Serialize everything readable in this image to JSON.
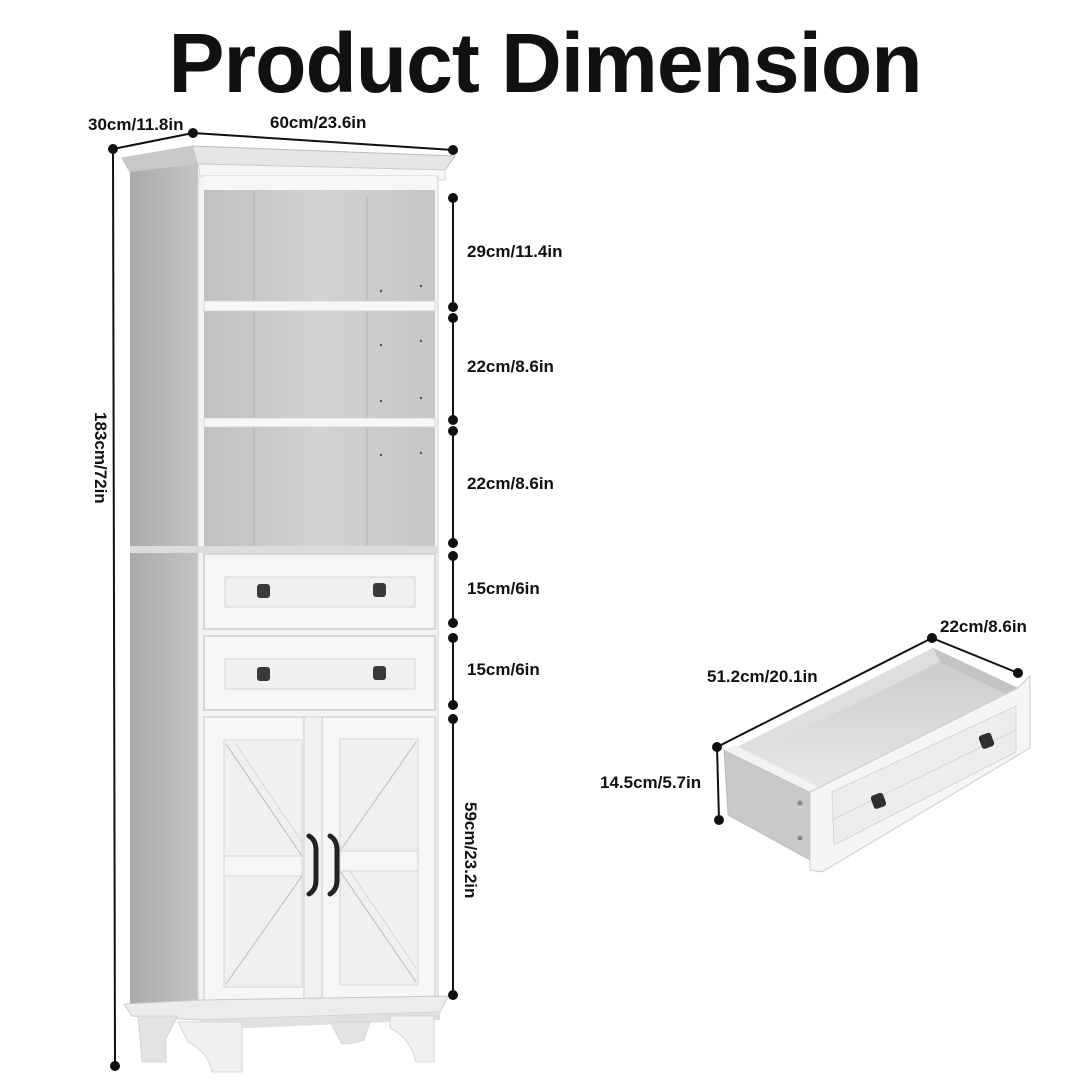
{
  "title": "Product Dimension",
  "cabinet": {
    "depth_label": "30cm/11.8in",
    "width_label": "60cm/23.6in",
    "height_label": "183cm/72in",
    "sections": [
      {
        "name": "top-shelf",
        "label": "29cm/11.4in"
      },
      {
        "name": "middle-shelf",
        "label": "22cm/8.6in"
      },
      {
        "name": "lower-shelf",
        "label": "22cm/8.6in"
      },
      {
        "name": "upper-drawer",
        "label": "15cm/6in"
      },
      {
        "name": "lower-drawer",
        "label": "15cm/6in"
      },
      {
        "name": "door-cabinet",
        "label": "59cm/23.2in"
      }
    ]
  },
  "drawer": {
    "length_label": "51.2cm/20.1in",
    "width_label": "22cm/8.6in",
    "height_label": "14.5cm/5.7in"
  },
  "colors": {
    "cabinet_white": "#f4f4f4",
    "cabinet_side": "#b9b9b9",
    "interior": "#c8c8c8",
    "hardware": "#2b2b2b",
    "dimension_line": "#111111"
  }
}
